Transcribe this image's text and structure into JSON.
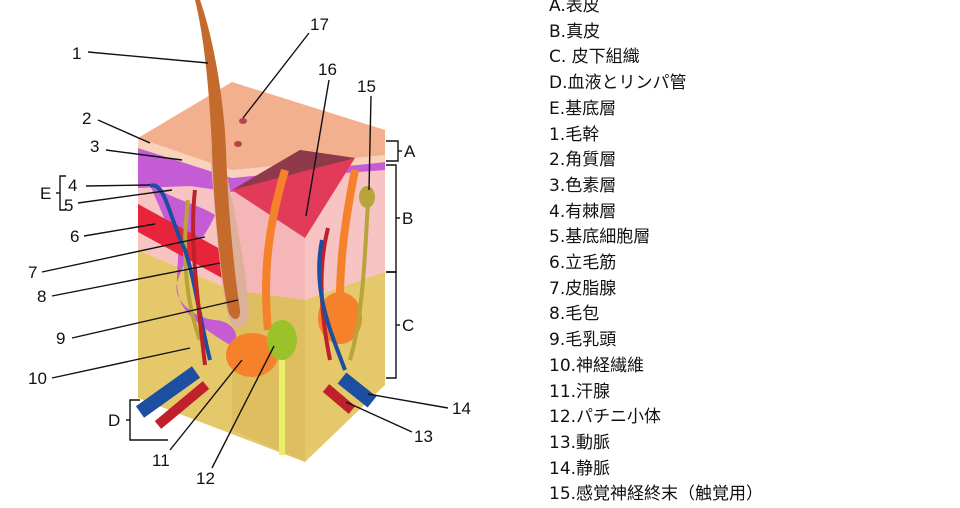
{
  "diagram": {
    "callouts": [
      {
        "id": "1",
        "label": "1"
      },
      {
        "id": "2",
        "label": "2"
      },
      {
        "id": "3",
        "label": "3"
      },
      {
        "id": "4",
        "label": "4"
      },
      {
        "id": "5",
        "label": "5"
      },
      {
        "id": "6",
        "label": "6"
      },
      {
        "id": "7",
        "label": "7"
      },
      {
        "id": "8",
        "label": "8"
      },
      {
        "id": "9",
        "label": "9"
      },
      {
        "id": "10",
        "label": "10"
      },
      {
        "id": "11",
        "label": "11"
      },
      {
        "id": "12",
        "label": "12"
      },
      {
        "id": "13",
        "label": "13"
      },
      {
        "id": "14",
        "label": "14"
      },
      {
        "id": "15",
        "label": "15"
      },
      {
        "id": "16",
        "label": "16"
      },
      {
        "id": "17",
        "label": "17"
      }
    ],
    "brackets": [
      {
        "id": "A",
        "label": "A"
      },
      {
        "id": "B",
        "label": "B"
      },
      {
        "id": "C",
        "label": "C"
      },
      {
        "id": "D",
        "label": "D"
      },
      {
        "id": "E",
        "label": "E"
      }
    ],
    "colors": {
      "epidermis_top": "#f3b08e",
      "pigment_layer": "#c65bd6",
      "dermis": "#f7c3c3",
      "muscle_red": "#e8243a",
      "subcutaneous_fat": "#e5c86a",
      "hair_shaft": "#c46a2c",
      "sweat_gland": "#f5822a",
      "nerve": "#b7a43a",
      "vein": "#1c4fa0",
      "artery": "#c0202a",
      "pacinian": "#9cc22a"
    }
  },
  "legend": [
    "A.表皮",
    "B.真皮",
    "C. 皮下組織",
    "D.血液とリンパ管",
    "E.基底層",
    "1.毛幹",
    "2.角質層",
    "3.色素層",
    "4.有棘層",
    "5.基底細胞層",
    "6.立毛筋",
    "7.皮脂腺",
    "8.毛包",
    "9.毛乳頭",
    "10.神経繊維",
    "11.汗腺",
    "12.パチニ小体",
    "13.動脈",
    "14.静脈",
    "15.感覚神経終末（触覚用）"
  ]
}
